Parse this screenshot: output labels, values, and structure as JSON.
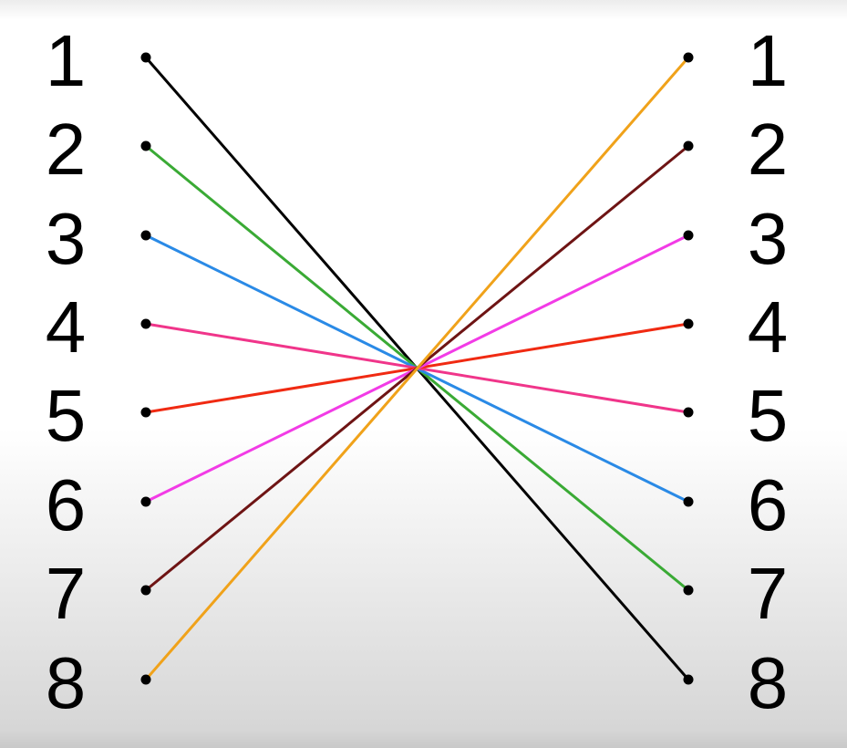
{
  "left_pins": [
    "1",
    "2",
    "3",
    "4",
    "5",
    "6",
    "7",
    "8"
  ],
  "right_pins": [
    "1",
    "2",
    "3",
    "4",
    "5",
    "6",
    "7",
    "8"
  ],
  "connections": [
    {
      "from": 1,
      "to": 8,
      "color": "#000000"
    },
    {
      "from": 2,
      "to": 7,
      "color": "#3aaa35"
    },
    {
      "from": 3,
      "to": 6,
      "color": "#2a8ae6"
    },
    {
      "from": 4,
      "to": 5,
      "color": "#f0358a"
    },
    {
      "from": 5,
      "to": 4,
      "color": "#f02a12"
    },
    {
      "from": 6,
      "to": 3,
      "color": "#f23be6"
    },
    {
      "from": 7,
      "to": 2,
      "color": "#6e1414"
    },
    {
      "from": 8,
      "to": 1,
      "color": "#f0a21a"
    }
  ],
  "dot_color": "#000000"
}
